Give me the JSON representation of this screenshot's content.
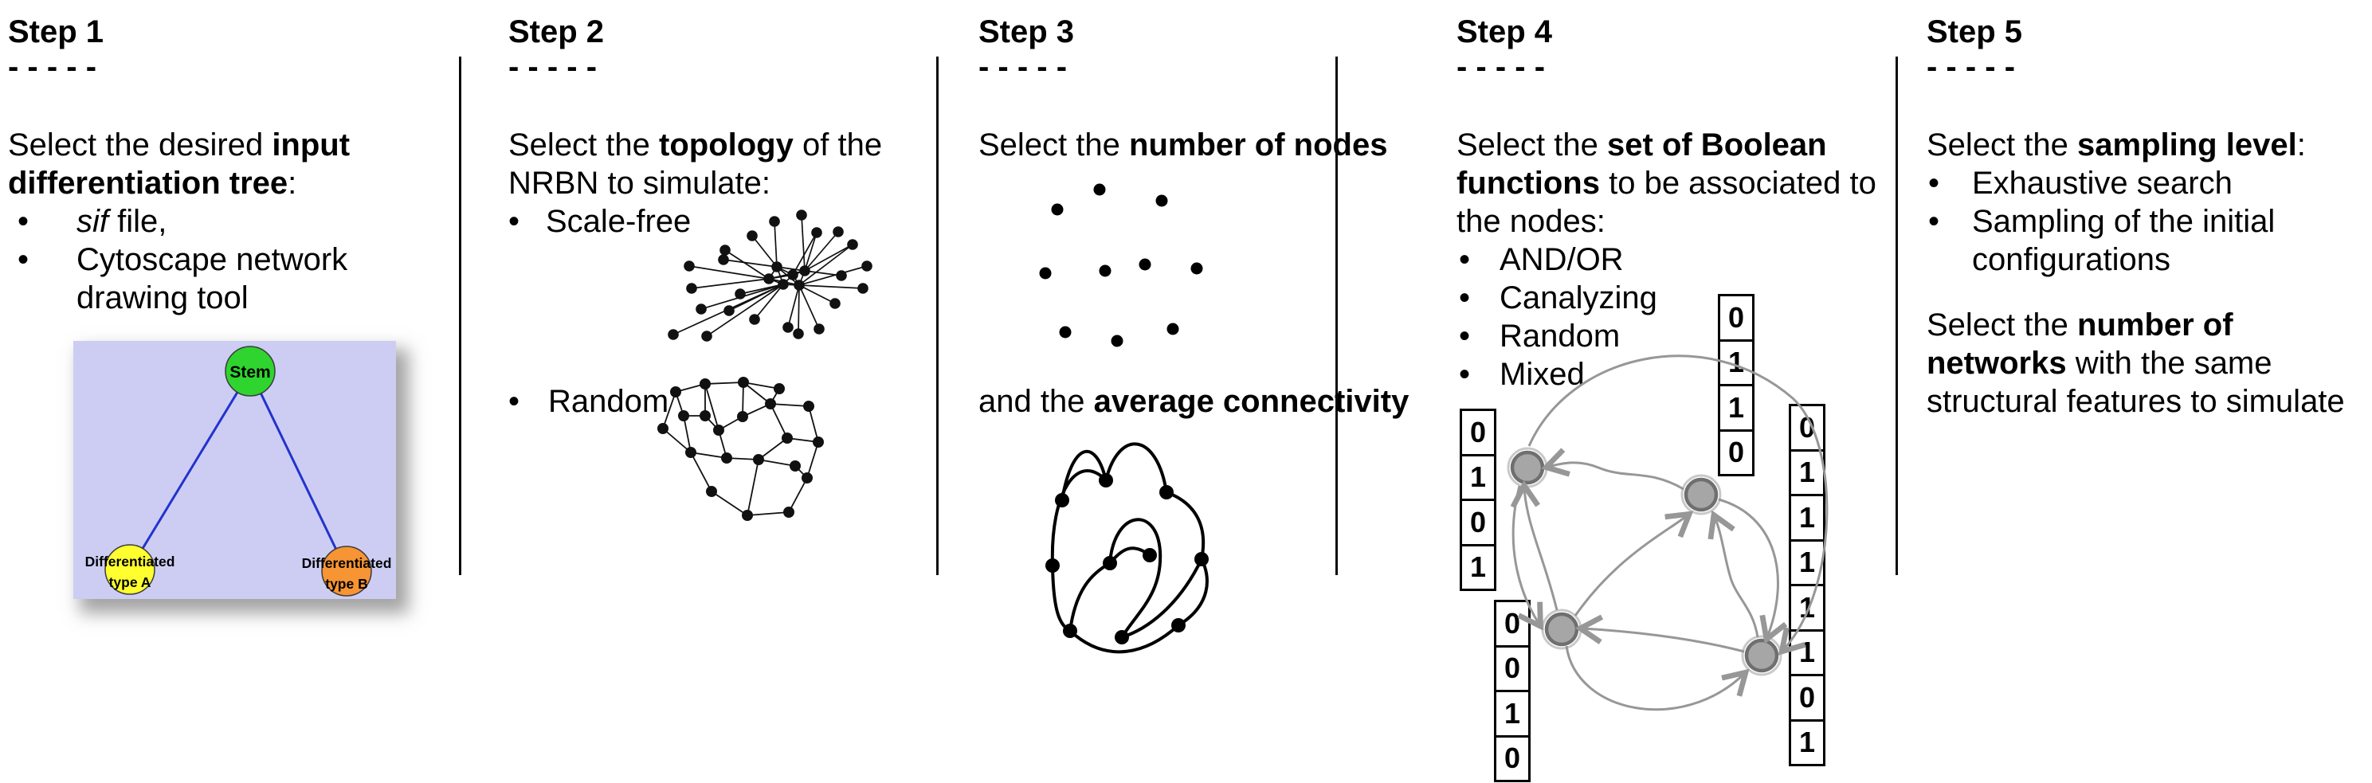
{
  "steps": [
    {
      "title": "Step 1",
      "dashes": "- - - - -",
      "lines": [
        {
          "seg": [
            {
              "t": "Select the desired "
            },
            {
              "t": "input",
              "b": 1
            }
          ]
        },
        {
          "seg": [
            {
              "t": "differentiation tree",
              "b": 1
            },
            {
              "t": ":"
            }
          ]
        },
        {
          "bullet": "•",
          "seg": [
            {
              "t": "sif",
              "i": 1
            },
            {
              "t": " file,"
            }
          ]
        },
        {
          "bullet": "•",
          "seg": [
            {
              "t": "Cytoscape network"
            }
          ]
        },
        {
          "seg": [
            {
              "t": "drawing tool"
            }
          ]
        }
      ],
      "figure": {
        "background": "#cdcdf4",
        "edge_color": "#2233cc",
        "nodes": [
          {
            "label": "Stem",
            "color": "#2fd42f"
          },
          {
            "label_line1": "Differentiated",
            "label_line2": "type A",
            "color": "#ffff2f"
          },
          {
            "label_line1": "Differentiated",
            "label_line2": "type B",
            "color": "#f79433"
          }
        ]
      }
    },
    {
      "title": "Step 2",
      "dashes": "- - - - -",
      "lines": [
        {
          "seg": [
            {
              "t": "Select the "
            },
            {
              "t": "topology",
              "b": 1
            },
            {
              "t": " of the"
            }
          ]
        },
        {
          "seg": [
            {
              "t": "NRBN to simulate:"
            }
          ]
        },
        {
          "bullet": "•",
          "seg": [
            {
              "t": "Scale-free"
            }
          ]
        },
        {
          "bullet": "•",
          "seg": [
            {
              "t": "Random"
            }
          ]
        }
      ],
      "figures": {
        "scale_free_color": "#111111",
        "random_color": "#111111"
      }
    },
    {
      "title": "Step 3",
      "dashes": "- - - - -",
      "lines": [
        {
          "seg": [
            {
              "t": "Select the "
            },
            {
              "t": "number of nodes",
              "b": 1
            }
          ]
        },
        {
          "seg": [
            {
              "t": "and the "
            },
            {
              "t": "average connectivity",
              "b": 1
            }
          ]
        }
      ],
      "figures": {
        "dots_color": "#000000",
        "tangle_color": "#000000"
      }
    },
    {
      "title": "Step 4",
      "dashes": "- - - - -",
      "lines": [
        {
          "seg": [
            {
              "t": "Select the "
            },
            {
              "t": "set of Boolean",
              "b": 1
            }
          ]
        },
        {
          "seg": [
            {
              "t": "functions",
              "b": 1
            },
            {
              "t": " to be associated to"
            }
          ]
        },
        {
          "seg": [
            {
              "t": "the nodes:"
            }
          ]
        },
        {
          "bullet": "•",
          "seg": [
            {
              "t": "AND/OR"
            }
          ]
        },
        {
          "bullet": "•",
          "seg": [
            {
              "t": "Canalyzing"
            }
          ]
        },
        {
          "bullet": "•",
          "seg": [
            {
              "t": "Random"
            }
          ]
        },
        {
          "bullet": "•",
          "seg": [
            {
              "t": "Mixed"
            }
          ]
        }
      ],
      "tables": [
        {
          "values": [
            "0",
            "1",
            "0",
            "1"
          ]
        },
        {
          "values": [
            "0",
            "1",
            "1",
            "0"
          ]
        },
        {
          "values": [
            "0",
            "0",
            "1",
            "0"
          ]
        },
        {
          "values": [
            "0",
            "1",
            "1",
            "1",
            "1",
            "1",
            "0",
            "1"
          ]
        }
      ],
      "diagram": {
        "arrow_color": "#979797",
        "node_fill": "#a6a6a6",
        "node_ring": "#6f6f6f",
        "node_halo": "#c9c9c9"
      }
    },
    {
      "title": "Step 5",
      "dashes": "- - - - -",
      "lines": [
        {
          "seg": [
            {
              "t": "Select the "
            },
            {
              "t": "sampling level",
              "b": 1
            },
            {
              "t": ":"
            }
          ]
        },
        {
          "bullet": "•",
          "seg": [
            {
              "t": "Exhaustive search"
            }
          ]
        },
        {
          "bullet": "•",
          "seg": [
            {
              "t": "Sampling of the initial"
            }
          ]
        },
        {
          "seg": [
            {
              "t": "configurations"
            }
          ]
        },
        {
          "seg": [
            {
              "t": "Select the "
            },
            {
              "t": "number of",
              "b": 1
            }
          ]
        },
        {
          "seg": [
            {
              "t": "networks",
              "b": 1
            },
            {
              "t": " with the same"
            }
          ]
        },
        {
          "seg": [
            {
              "t": "structural features to simulate"
            }
          ]
        }
      ]
    }
  ]
}
